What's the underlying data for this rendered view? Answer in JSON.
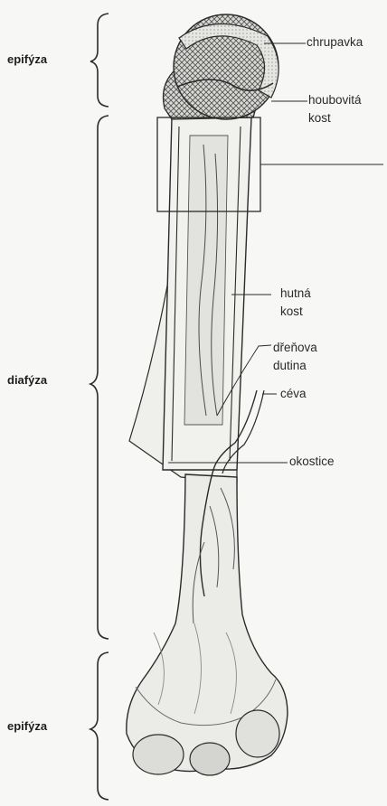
{
  "regions": {
    "top": "epifýza",
    "middle": "diafýza",
    "bottom": "epifýza"
  },
  "labels": {
    "cartilage": "chrupavka",
    "spongy_line1": "houbovitá",
    "spongy_line2": "kost",
    "compact_line1": "hutná",
    "compact_line2": "kost",
    "marrow_line1": "dřeňova",
    "marrow_line2": "dutina",
    "vessel": "céva",
    "periosteum": "okostice"
  },
  "colors": {
    "ink": "#2a2a2a",
    "paper": "#f7f7f5",
    "shade": "#8a8a8a"
  }
}
